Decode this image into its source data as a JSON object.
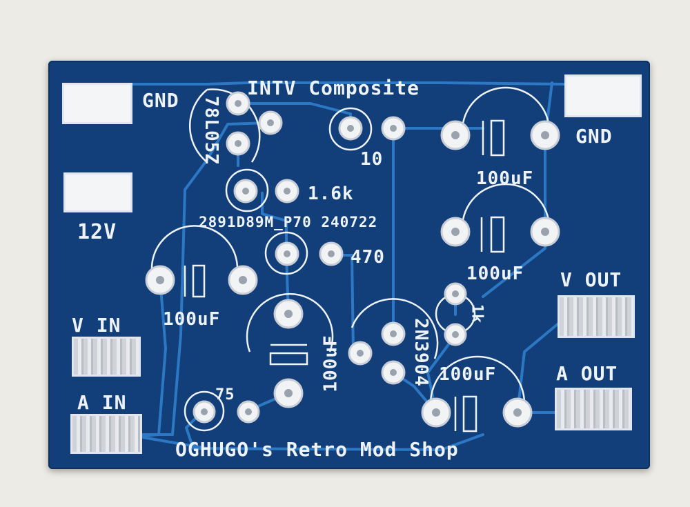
{
  "board": {
    "title": "INTV Composite",
    "credit": "OGHUGO's Retro Mod Shop",
    "part_number": "2891D89M_P70 240722"
  },
  "labels": {
    "gnd_left": "GND",
    "gnd_right": "GND",
    "v12": "12V",
    "v_in": "V IN",
    "a_in": "A IN",
    "v_out": "V OUT",
    "a_out": "A OUT"
  },
  "components": {
    "regulator": "78L05Z",
    "transistor": "2N3904",
    "r1": "10",
    "r2": "1.6k",
    "r3": "470",
    "r4": "75",
    "r5": "1k",
    "c1": "100uF",
    "c2": "100uF",
    "c3": "100uF",
    "c4": "100uF",
    "c5": "100uF"
  },
  "colors": {
    "solder_mask": "#123f7a",
    "silkscreen": "#eef3fb",
    "copper_trace": "#2d78c4",
    "pad": "#f4f5f7",
    "background": "#ecebe6"
  }
}
